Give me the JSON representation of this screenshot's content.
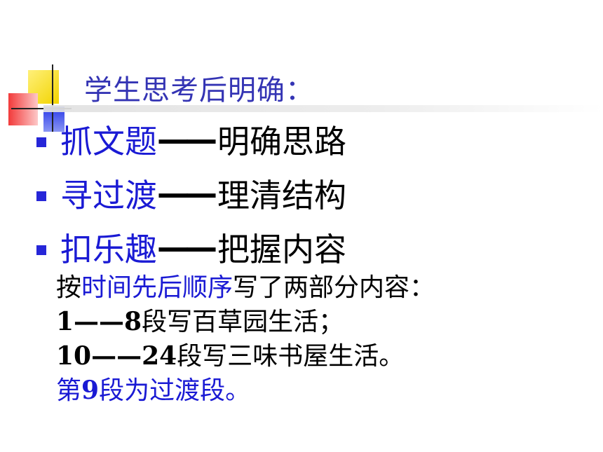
{
  "title": "学生思考后明确：",
  "bullets": [
    {
      "keyword": "抓文题",
      "dash": "——",
      "desc": "明确思路"
    },
    {
      "keyword": "寻过渡",
      "dash": "——",
      "desc": "理清结构"
    },
    {
      "keyword": "扣乐趣",
      "dash": "——",
      "desc": "把握内容"
    }
  ],
  "body": {
    "line1": {
      "pre": "按",
      "highlight": "时间先后顺序",
      "post": "写了两部分内容："
    },
    "line2": {
      "range": "1——8",
      "text": "段写百草园生活；"
    },
    "line3": {
      "range": "10——24",
      "text": "段写三味书屋生活。"
    },
    "line4": {
      "pre": "第",
      "num": "9",
      "post": "段为过渡段。"
    }
  },
  "colors": {
    "title": "#3434b4",
    "keyword": "#1a1ad4",
    "bullet": "#2626d8",
    "text": "#000000"
  }
}
